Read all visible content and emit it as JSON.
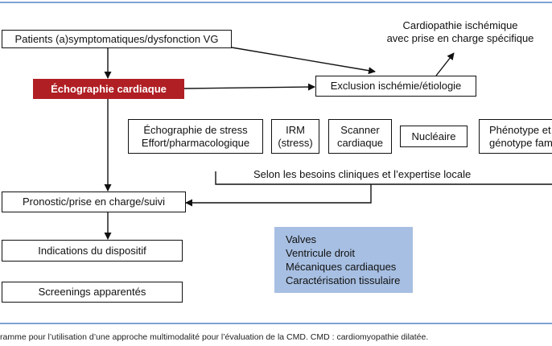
{
  "colors": {
    "accent_red": "#b01f24",
    "highlight_blue": "#a7bfe2",
    "rule_blue": "#7fa3d3"
  },
  "nodes": {
    "patients": "Patients (a)symptomatiques/dysfonction VG",
    "echo": "Échographie cardiaque",
    "exclusion": "Exclusion ischémie/étiologie",
    "cardiopathie_line1": "Cardiopathie ischémique",
    "cardiopathie_line2": "avec prise en charge spécifique",
    "stress_line1": "Échographie de stress",
    "stress_line2": "Effort/pharmacologique",
    "irm_line1": "IRM",
    "irm_line2": "(stress)",
    "scanner_line1": "Scanner",
    "scanner_line2": "cardiaque",
    "nucleaire": "Nucléaire",
    "phenotype_line1": "Phénotype et",
    "phenotype_line2": "génotype fam",
    "besoins": "Selon les besoins cliniques et l’expertise locale",
    "pronostic": "Pronostic/prise en charge/suivi",
    "indications": "Indications du dispositif",
    "screenings": "Screenings apparentés"
  },
  "blue_box": {
    "items": [
      "Valves",
      "Ventricule droit",
      "Mécaniques cardiaques",
      "Caractérisation tissulaire"
    ]
  },
  "caption": "ramme pour l’utilisation d’une approche multimodalité pour l’évaluation de la CMD. CMD : cardiomyopathie dilatée."
}
